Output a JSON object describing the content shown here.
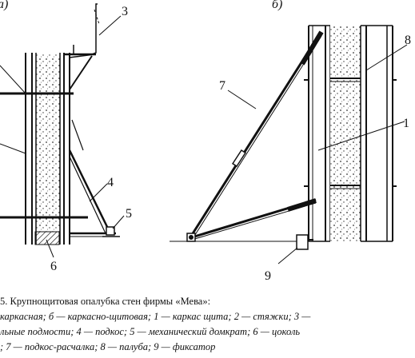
{
  "panels": {
    "left": {
      "letter": "а)"
    },
    "right": {
      "letter": "б)"
    }
  },
  "callouts": {
    "left": [
      "3",
      "4",
      "5",
      "6"
    ],
    "right": [
      "7",
      "8",
      "1",
      "9"
    ]
  },
  "caption": {
    "line1": "5. Крупнощитовая опалубка стен фирмы «Мева»:",
    "line2": "каркасная;  б — каркасно-щитовая; 1 — каркас щита; 2 — стяжки; 3 —",
    "line3": "льные подмости; 4 — подкос; 5 — механический домкрат; 6 — цоколь",
    "line4": "; 7 — подкос-расчалка; 8 — палуба; 9 — фиксатор"
  }
}
